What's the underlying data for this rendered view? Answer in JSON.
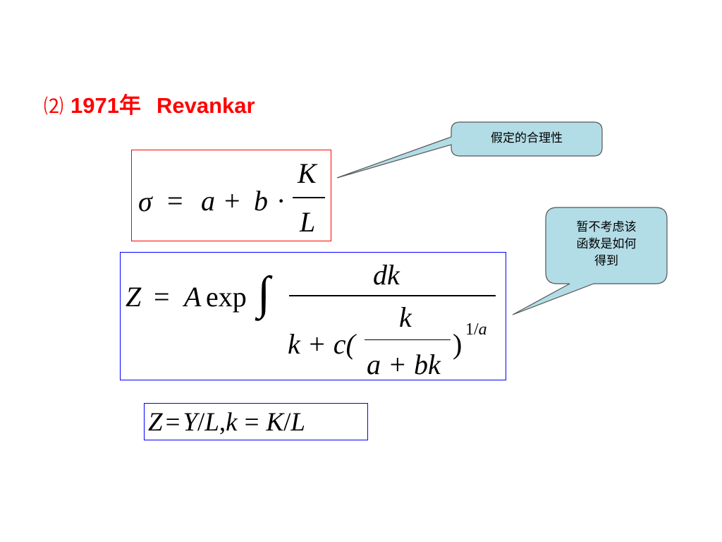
{
  "heading": {
    "marker": "⑵",
    "year": "1971年",
    "author": "Revankar"
  },
  "formula1": {
    "sigma": "σ",
    "equals": "=",
    "a": "a",
    "plus": "+",
    "b": "b",
    "dot": "·",
    "numerator": "K",
    "denominator": "L"
  },
  "formula2": {
    "Z": "Z",
    "equals": "=",
    "A": "A",
    "exp": "exp",
    "integral": "∫",
    "top_numerator": "dk",
    "inner_k": "k",
    "k_plus_c": "k + c(",
    "a_plus_bk": "a + bk",
    "close_paren": ")",
    "exponent_1": "1",
    "exponent_slash": "/",
    "exponent_a": "a"
  },
  "formula3": {
    "Z": "Z",
    "eq1": "=",
    "Y": "Y",
    "slash1": "/",
    "L1": "L",
    "comma": ",",
    "k": "k",
    "eq2": "=",
    "K": "K",
    "slash2": "/",
    "L2": "L"
  },
  "callouts": {
    "top": "假定的合理性",
    "right_line1": "暂不考虑该",
    "right_line2": "函数是如何",
    "right_line3": "得到"
  },
  "colors": {
    "heading": "#ff0000",
    "callout_fill": "#b3dde6",
    "red_border": "#ff0000",
    "blue_border": "#0000ff"
  }
}
